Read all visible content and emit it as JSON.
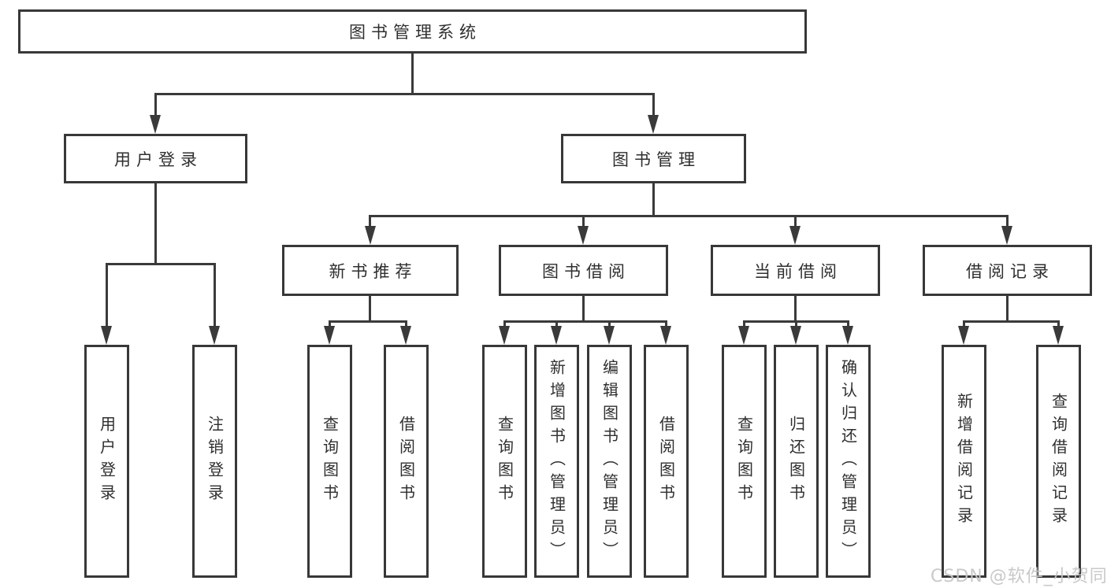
{
  "diagram": {
    "type": "hierarchy",
    "root": "图书管理系统",
    "level2": [
      "用户登录",
      "图书管理"
    ],
    "level3": [
      "新书推荐",
      "图书借阅",
      "当前借阅",
      "借阅记录"
    ],
    "level4": [
      "用户登录",
      "注销登录",
      "查询图书",
      "借阅图书",
      "查询图书",
      "新增图书（管理员）",
      "编辑图书（管理员）",
      "借阅图书",
      "查询图书",
      "归还图书",
      "确认归还（管理员）",
      "新增借阅记录",
      "查询借阅记录"
    ],
    "hierarchy": {
      "图书管理系统": {
        "用户登录": [
          "用户登录",
          "注销登录"
        ],
        "图书管理": {
          "新书推荐": [
            "查询图书",
            "借阅图书"
          ],
          "图书借阅": [
            "查询图书",
            "新增图书（管理员）",
            "编辑图书（管理员）",
            "借阅图书"
          ],
          "当前借阅": [
            "查询图书",
            "归还图书",
            "确认归还（管理员）"
          ],
          "借阅记录": [
            "新增借阅记录",
            "查询借阅记录"
          ]
        }
      }
    },
    "colors": {
      "background": "#ffffff",
      "box_border": "#383838",
      "connector_line": "#3a3a3a",
      "text": "#2f2f2f",
      "watermark": "#c6c6c6"
    }
  },
  "watermark": "CSDN @软件_小贺同学"
}
